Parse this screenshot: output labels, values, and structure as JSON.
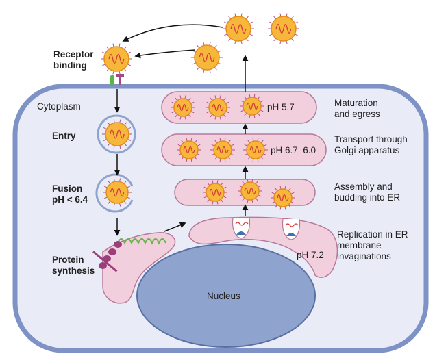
{
  "colors": {
    "cell_fill": "#e9ecf7",
    "cell_border": "#7f92c6",
    "nucleus_fill": "#8fa3cf",
    "nucleus_border": "#5c6fa3",
    "er_fill": "#f2cfdc",
    "er_border": "#b7789a",
    "virus_fill": "#f6b73a",
    "virus_border": "#e58b1c",
    "virus_spike": "#b14f86",
    "rna": "#d23a3a",
    "receptor_green": "#5ab44b",
    "receptor_purple": "#a24a86",
    "ribosome": "#9b3f7c",
    "mrna": "#63b545",
    "arrow": "#111111"
  },
  "labels": {
    "receptor_binding": [
      "Receptor",
      "binding"
    ],
    "cytoplasm": "Cytoplasm",
    "entry": "Entry",
    "fusion": [
      "Fusion",
      "pH < 6.4"
    ],
    "protein_synthesis": [
      "Protein",
      "synthesis"
    ],
    "nucleus": "Nucleus",
    "maturation": [
      "Maturation",
      "and egress"
    ],
    "transport": [
      "Transport through",
      "Golgi apparatus"
    ],
    "assembly": [
      "Assembly and",
      "budding into ER"
    ],
    "replication": [
      "Replication in ER",
      "membrane",
      "invaginations"
    ]
  },
  "ph_values": {
    "maturation": "pH 5.7",
    "transport": "pH 6.7–6.0",
    "replication": "pH 7.2"
  }
}
